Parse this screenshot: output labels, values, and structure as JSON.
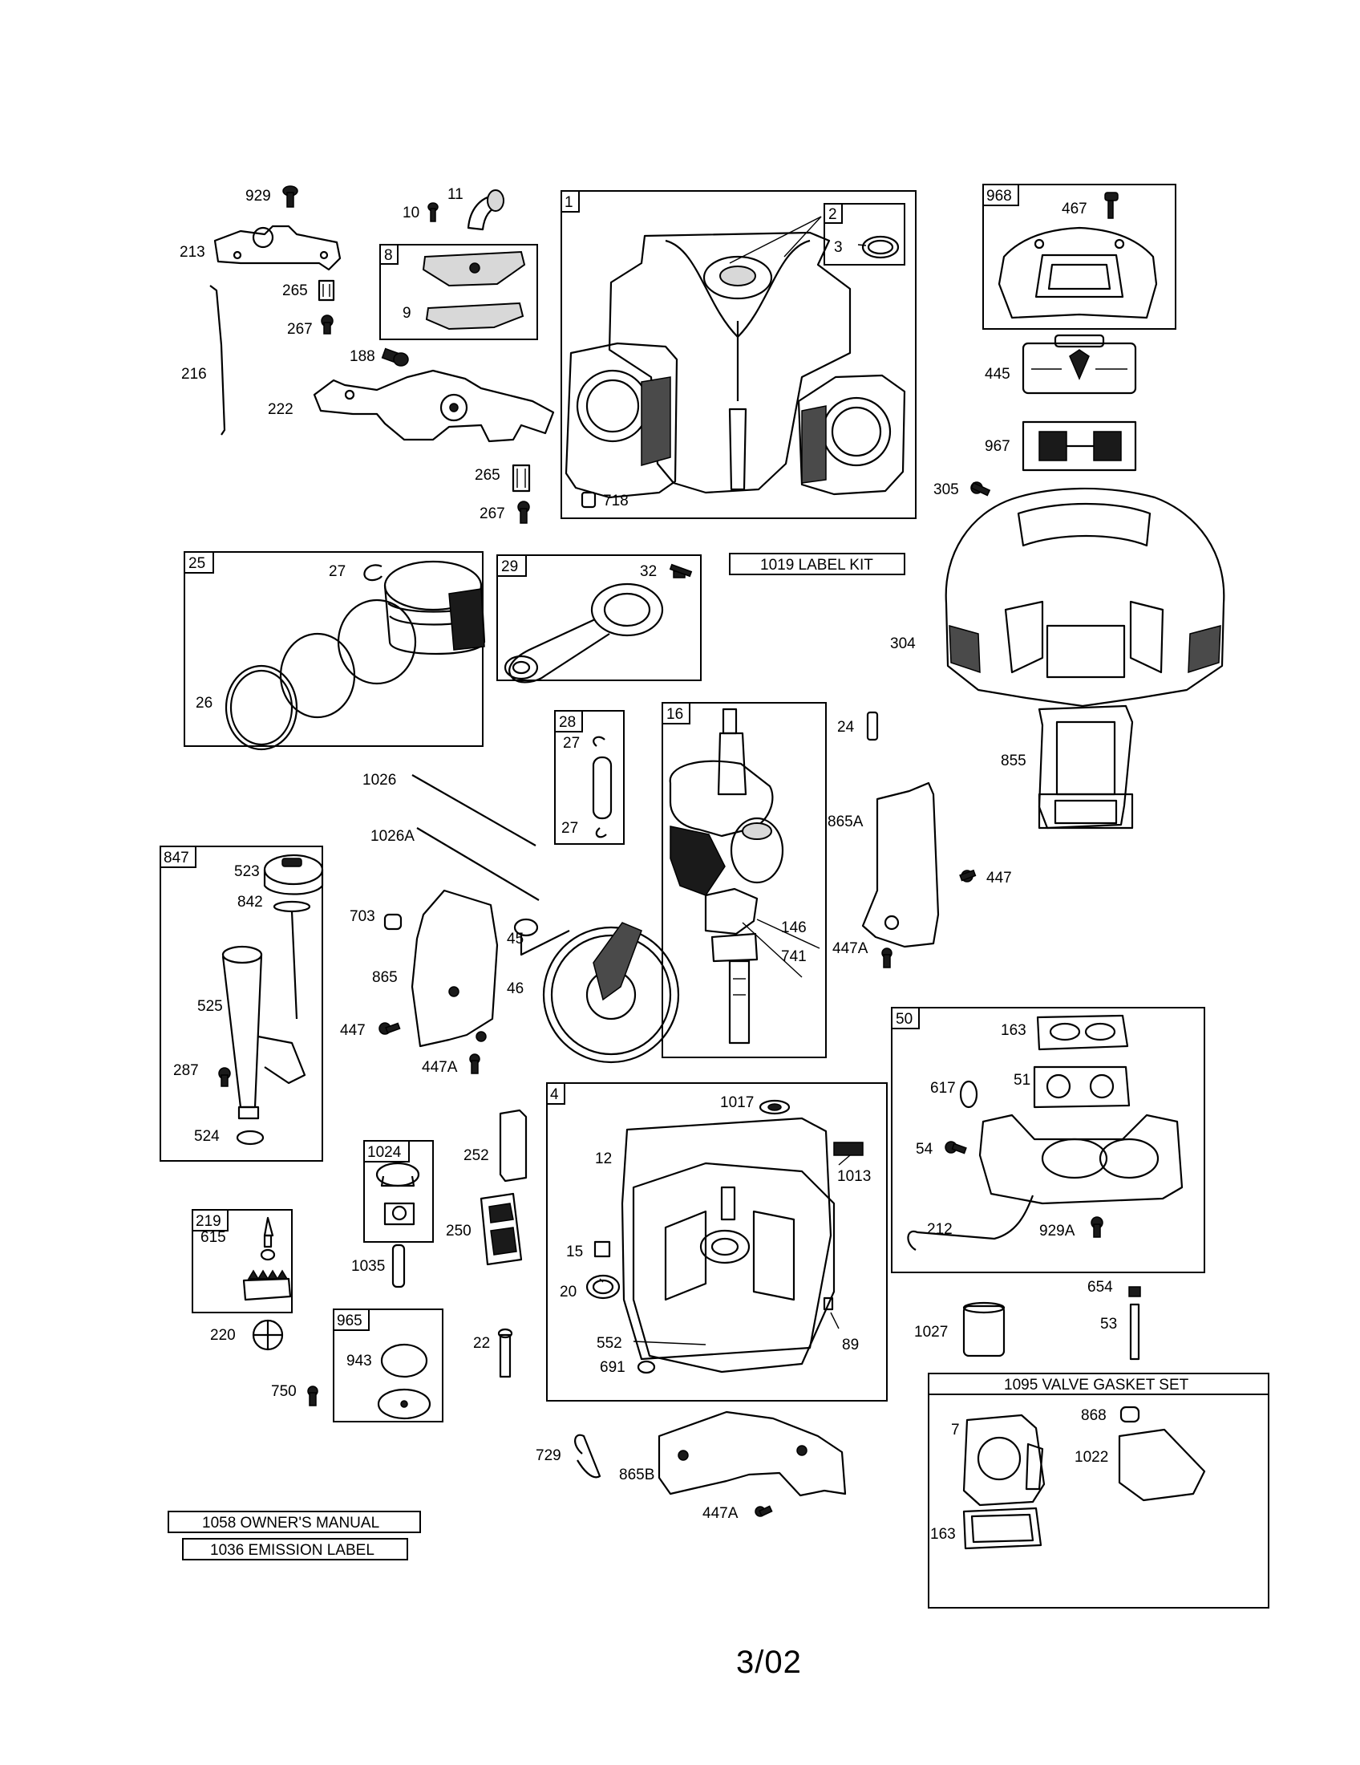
{
  "footer": {
    "date_code": "3/02"
  },
  "boxes": [
    {
      "id": "b1",
      "label": "1"
    },
    {
      "id": "b2",
      "label": "2"
    },
    {
      "id": "b8",
      "label": "8"
    },
    {
      "id": "b968",
      "label": "968"
    },
    {
      "id": "b25",
      "label": "25"
    },
    {
      "id": "b29",
      "label": "29"
    },
    {
      "id": "b28",
      "label": "28"
    },
    {
      "id": "b16",
      "label": "16"
    },
    {
      "id": "b847",
      "label": "847"
    },
    {
      "id": "b50",
      "label": "50"
    },
    {
      "id": "b4",
      "label": "4"
    },
    {
      "id": "b1024",
      "label": "1024"
    },
    {
      "id": "b219",
      "label": "219"
    },
    {
      "id": "b965",
      "label": "965"
    }
  ],
  "kits": {
    "label_kit": "1019 LABEL KIT",
    "owners_manual": "1058 OWNER'S MANUAL",
    "emission_label": "1036 EMISSION LABEL",
    "valve_gasket_set": "1095 VALVE GASKET SET"
  },
  "callouts": [
    {
      "id": "c929",
      "text": "929"
    },
    {
      "id": "c10",
      "text": "10"
    },
    {
      "id": "c11",
      "text": "11"
    },
    {
      "id": "c213",
      "text": "213"
    },
    {
      "id": "c265a",
      "text": "265"
    },
    {
      "id": "c267a",
      "text": "267"
    },
    {
      "id": "c9",
      "text": "9"
    },
    {
      "id": "c3",
      "text": "3"
    },
    {
      "id": "c188",
      "text": "188"
    },
    {
      "id": "c216",
      "text": "216"
    },
    {
      "id": "c222",
      "text": "222"
    },
    {
      "id": "c265b",
      "text": "265"
    },
    {
      "id": "c267b",
      "text": "267"
    },
    {
      "id": "c718",
      "text": "718"
    },
    {
      "id": "c467",
      "text": "467"
    },
    {
      "id": "c445",
      "text": "445"
    },
    {
      "id": "c967",
      "text": "967"
    },
    {
      "id": "c305",
      "text": "305"
    },
    {
      "id": "c304",
      "text": "304"
    },
    {
      "id": "c855",
      "text": "855"
    },
    {
      "id": "c27a",
      "text": "27"
    },
    {
      "id": "c26",
      "text": "26"
    },
    {
      "id": "c32",
      "text": "32"
    },
    {
      "id": "c27b",
      "text": "27"
    },
    {
      "id": "c27c",
      "text": "27"
    },
    {
      "id": "c24",
      "text": "24"
    },
    {
      "id": "c1026",
      "text": "1026"
    },
    {
      "id": "c1026A",
      "text": "1026A"
    },
    {
      "id": "c865A",
      "text": "865A"
    },
    {
      "id": "c447a",
      "text": "447"
    },
    {
      "id": "c447Aa",
      "text": "447A"
    },
    {
      "id": "c146",
      "text": "146"
    },
    {
      "id": "c741",
      "text": "741"
    },
    {
      "id": "c523",
      "text": "523"
    },
    {
      "id": "c842",
      "text": "842"
    },
    {
      "id": "c703",
      "text": "703"
    },
    {
      "id": "c45",
      "text": "45"
    },
    {
      "id": "c865",
      "text": "865"
    },
    {
      "id": "c46",
      "text": "46"
    },
    {
      "id": "c525",
      "text": "525"
    },
    {
      "id": "c447b",
      "text": "447"
    },
    {
      "id": "c447Ab",
      "text": "447A"
    },
    {
      "id": "c287",
      "text": "287"
    },
    {
      "id": "c524",
      "text": "524"
    },
    {
      "id": "c163a",
      "text": "163"
    },
    {
      "id": "c617",
      "text": "617"
    },
    {
      "id": "c51",
      "text": "51"
    },
    {
      "id": "c54",
      "text": "54"
    },
    {
      "id": "c212",
      "text": "212"
    },
    {
      "id": "c929A",
      "text": "929A"
    },
    {
      "id": "c1017",
      "text": "1017"
    },
    {
      "id": "c12",
      "text": "12"
    },
    {
      "id": "c1013",
      "text": "1013"
    },
    {
      "id": "c252",
      "text": "252"
    },
    {
      "id": "c250",
      "text": "250"
    },
    {
      "id": "c15",
      "text": "15"
    },
    {
      "id": "c20",
      "text": "20"
    },
    {
      "id": "c552",
      "text": "552"
    },
    {
      "id": "c89",
      "text": "89"
    },
    {
      "id": "c691",
      "text": "691"
    },
    {
      "id": "c615",
      "text": "615"
    },
    {
      "id": "c1035",
      "text": "1035"
    },
    {
      "id": "c220",
      "text": "220"
    },
    {
      "id": "c943",
      "text": "943"
    },
    {
      "id": "c22",
      "text": "22"
    },
    {
      "id": "c750",
      "text": "750"
    },
    {
      "id": "c654",
      "text": "654"
    },
    {
      "id": "c53",
      "text": "53"
    },
    {
      "id": "c1027",
      "text": "1027"
    },
    {
      "id": "c7",
      "text": "7"
    },
    {
      "id": "c868",
      "text": "868"
    },
    {
      "id": "c1022",
      "text": "1022"
    },
    {
      "id": "c163b",
      "text": "163"
    },
    {
      "id": "c729",
      "text": "729"
    },
    {
      "id": "c865B",
      "text": "865B"
    },
    {
      "id": "c447Ac",
      "text": "447A"
    }
  ]
}
